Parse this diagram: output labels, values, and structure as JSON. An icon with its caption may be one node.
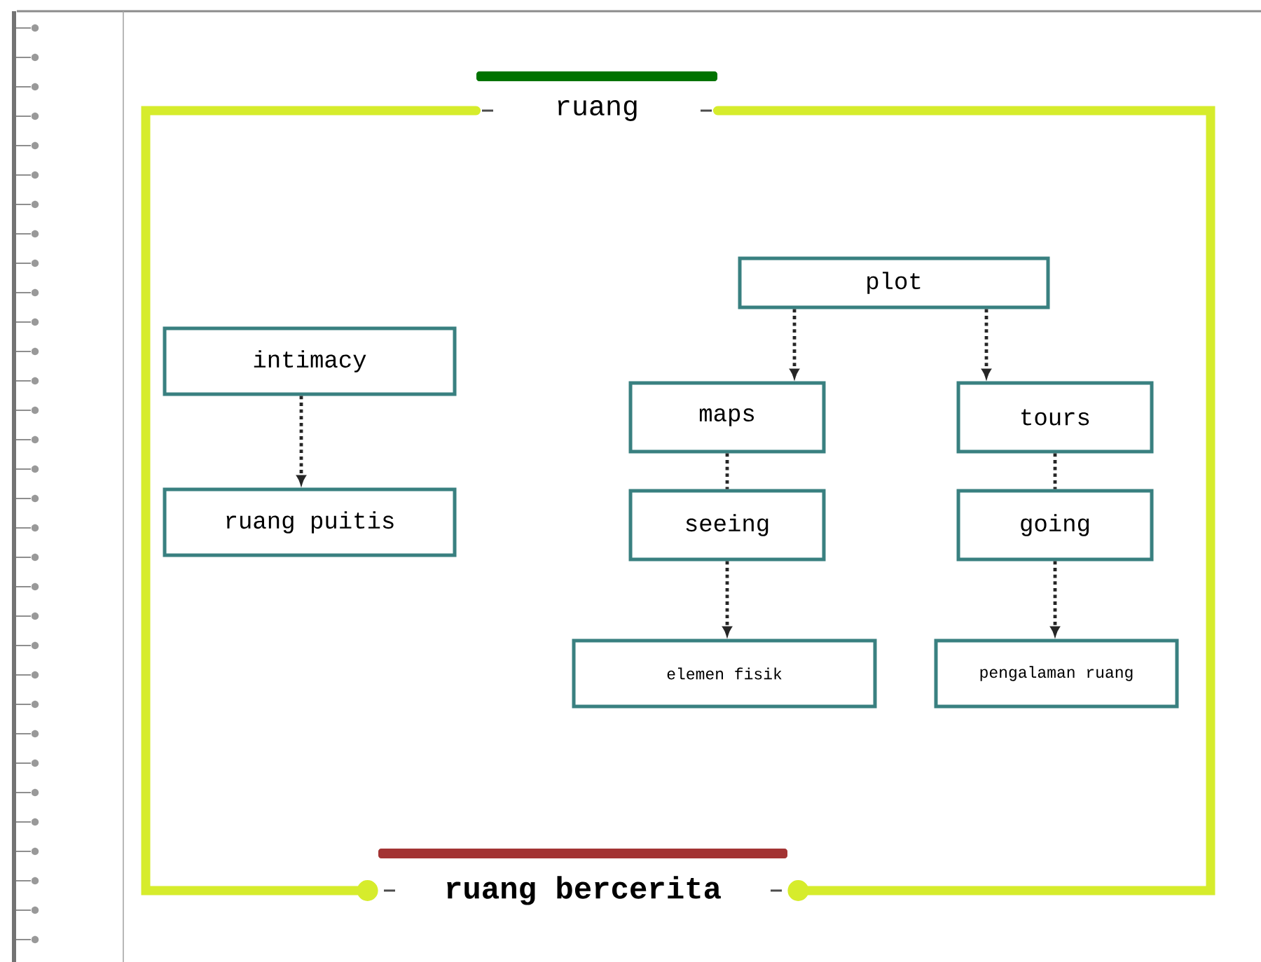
{
  "diagram": {
    "nodes": [
      {
        "text": [
          "ruang"
        ]
      },
      {
        "text": [
          "plot"
        ]
      },
      {
        "text": [
          "intimacy"
        ]
      },
      {
        "text": [
          "ruang puitis"
        ]
      },
      {
        "text": [
          "maps"
        ]
      },
      {
        "text": [
          "tours"
        ]
      },
      {
        "text": [
          "seeing"
        ]
      },
      {
        "text": [
          "going"
        ]
      },
      {
        "text": [
          "elemen fisik"
        ]
      },
      {
        "text": [
          "pengalaman ruang"
        ]
      },
      {
        "text": [
          "ruang bercerita"
        ]
      }
    ],
    "edges": [
      {
        "from": 0,
        "to": 10,
        "arrow": "other",
        "style": "thick",
        "color": "#d6ec2c"
      },
      {
        "from": 0,
        "to": 10,
        "arrow": "other",
        "style": "thick",
        "color": "#d6ec2c"
      },
      {
        "from": 2,
        "to": 3,
        "arrow": "to",
        "style": "dashed"
      },
      {
        "from": 1,
        "to": 4,
        "arrow": "to",
        "style": "dashed"
      },
      {
        "from": 1,
        "to": 5,
        "arrow": "to",
        "style": "dashed"
      },
      {
        "from": 4,
        "to": 6,
        "arrow": "none",
        "style": "dashed"
      },
      {
        "from": 5,
        "to": 7,
        "arrow": "none",
        "style": "dashed"
      },
      {
        "from": 6,
        "to": 8,
        "arrow": "to",
        "style": "dashed"
      },
      {
        "from": 7,
        "to": 9,
        "arrow": "to",
        "style": "dashed"
      }
    ]
  }
}
